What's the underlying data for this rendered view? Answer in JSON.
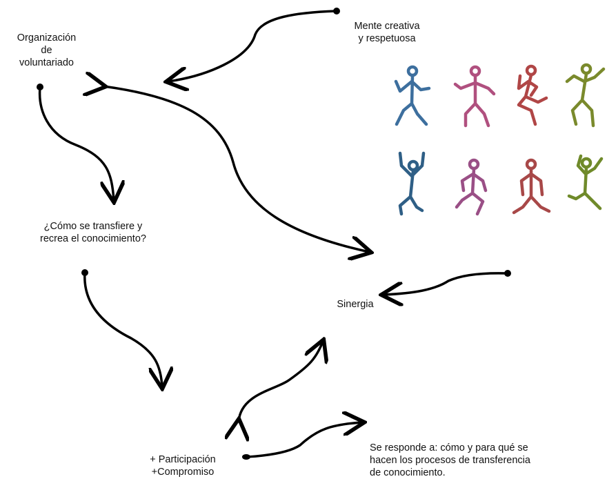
{
  "nodes": {
    "organizacion": "Organización\nde\nvoluntariado",
    "mente": "Mente creativa\ny respetuosa",
    "como": "¿Cómo se transfiere y\nrecrea el conocimiento?",
    "sinergia": "Sinergia",
    "participacion": "+ Participación\n+Compromiso",
    "responde": "Se responde a: cómo y para qué se\nhacen los procesos de transferencia\nde conocimiento."
  },
  "figures": {
    "icon": "stick-figure",
    "colors": [
      "#3d6f9e",
      "#b0507f",
      "#b04646",
      "#7a8a2c",
      "#2f5f86",
      "#9a4f86",
      "#a84848",
      "#6f8a2a"
    ]
  }
}
